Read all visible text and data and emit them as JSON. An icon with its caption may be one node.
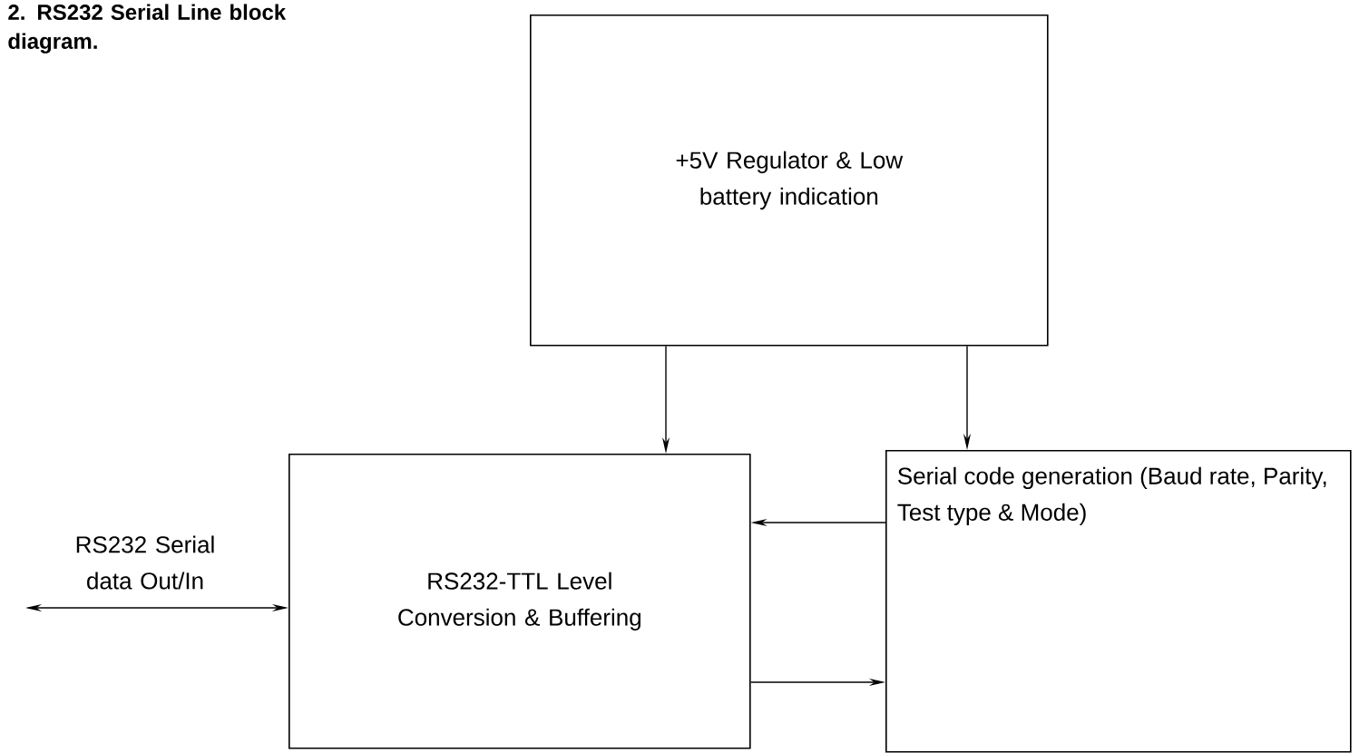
{
  "diagram": {
    "caption": "2. RS232 Serial Line block diagram.",
    "nodes": [
      {
        "text": [
          "+5V Regulator & Low battery indication"
        ]
      },
      {
        "text": [
          "RS232-TTL Level Conversion & Buffering"
        ]
      },
      {
        "text": [
          "Serial code generation (Baud rate, Parity, Test type & Mode)"
        ]
      }
    ],
    "edges": [
      {
        "from": 0,
        "to": 1,
        "arrow": "to"
      },
      {
        "from": 0,
        "to": 2,
        "arrow": "to"
      },
      {
        "from": 2,
        "to": 1,
        "arrow": "to"
      },
      {
        "from": 1,
        "to": 2,
        "arrow": "to"
      },
      {
        "from": null,
        "to": 1,
        "arrow": "both",
        "label": "RS232 Serial data Out/In"
      }
    ]
  }
}
